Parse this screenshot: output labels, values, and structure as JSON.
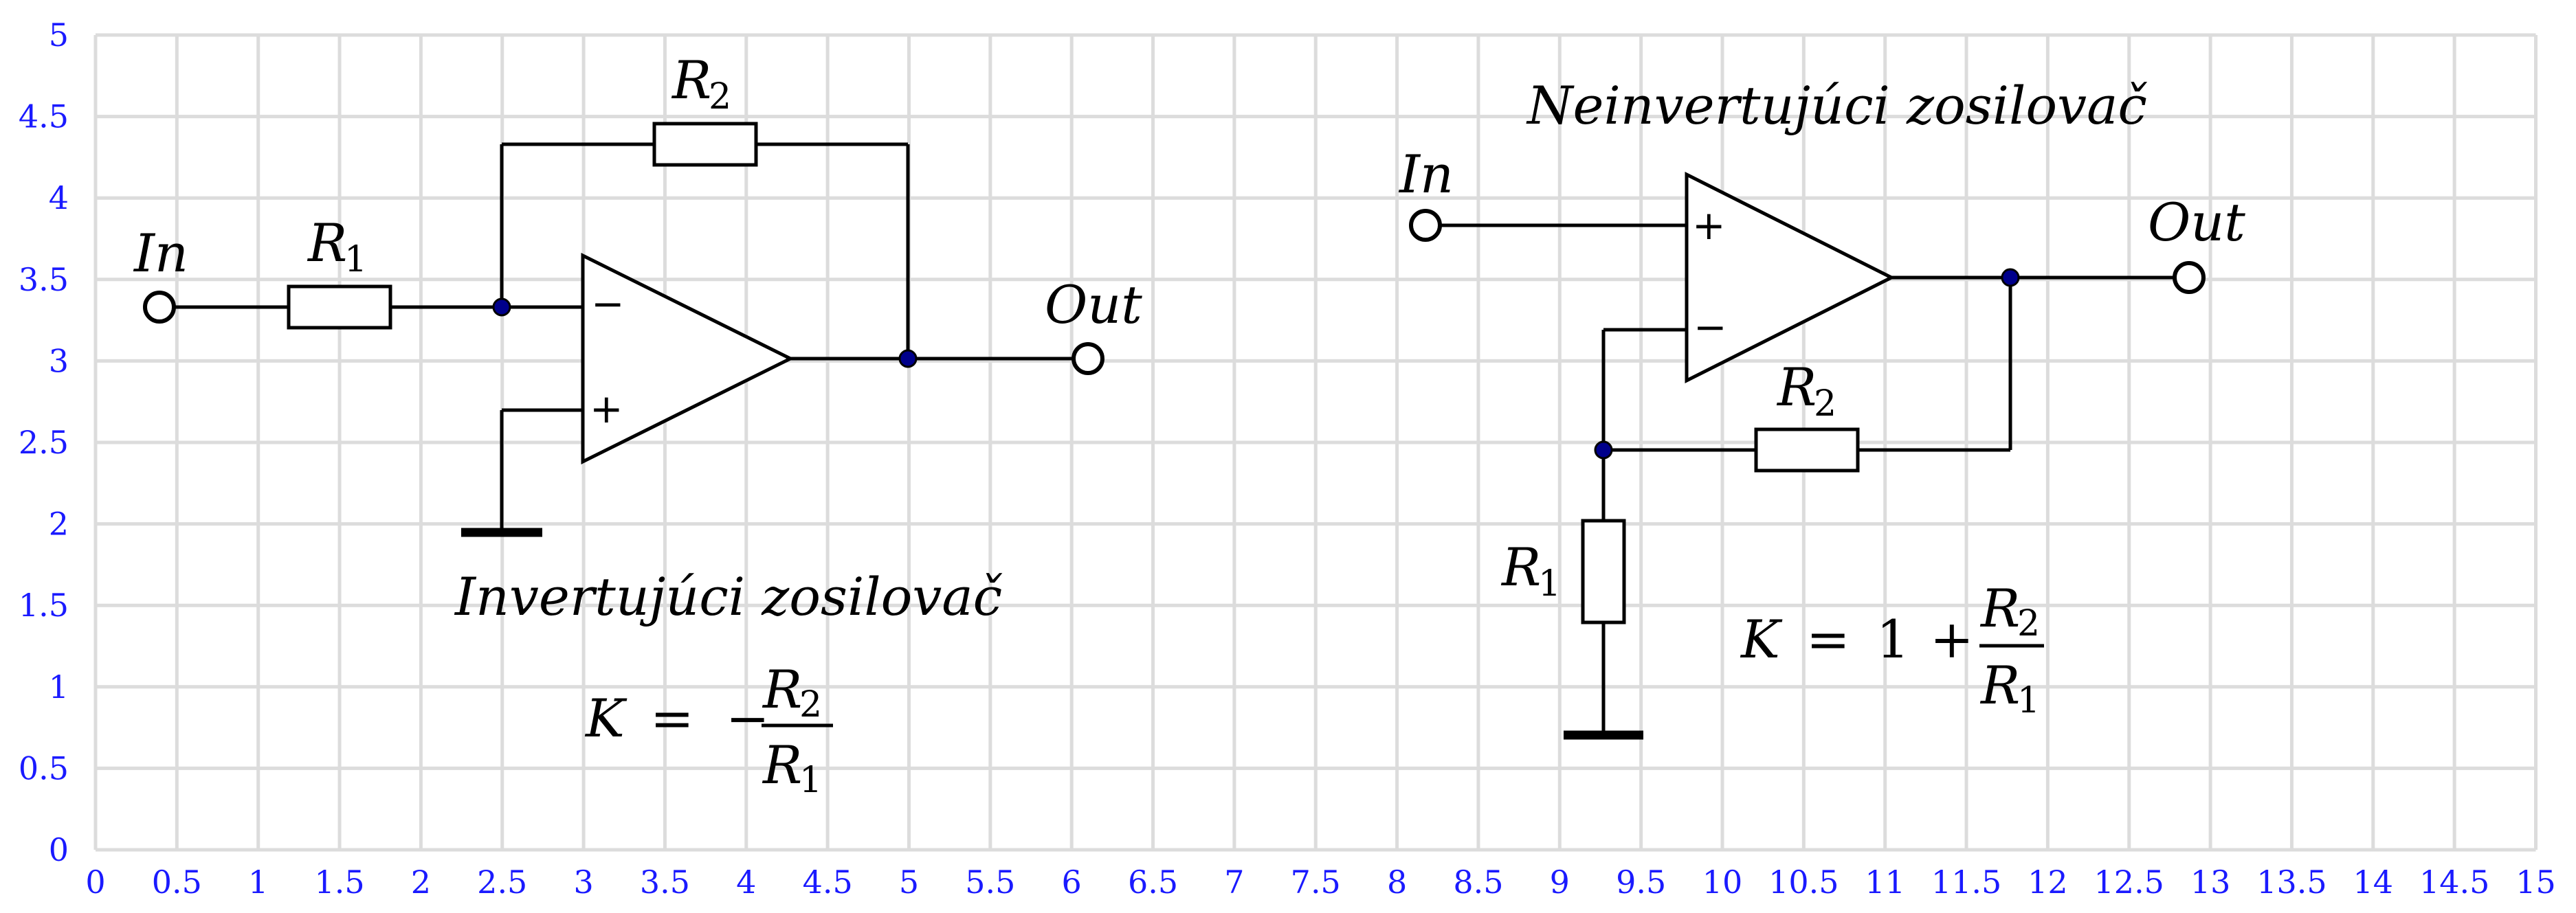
{
  "grid": {
    "x_ticks": [
      "0",
      "0.5",
      "1",
      "1.5",
      "2",
      "2.5",
      "3",
      "3.5",
      "4",
      "4.5",
      "5",
      "5.5",
      "6",
      "6.5",
      "7",
      "7.5",
      "8",
      "8.5",
      "9",
      "9.5",
      "10",
      "10.5",
      "11",
      "11.5",
      "12",
      "12.5",
      "13",
      "13.5",
      "14",
      "14.5",
      "15"
    ],
    "y_ticks": [
      "0",
      "0.5",
      "1",
      "1.5",
      "2",
      "2.5",
      "3",
      "3.5",
      "4",
      "4.5",
      "5"
    ],
    "grid_color": "#dcdcdc",
    "label_color": "#1a1aff"
  },
  "inverting": {
    "title": "Invertujúci zosilovač",
    "in_label": "In",
    "out_label": "Out",
    "r1": {
      "letter": "R",
      "sub": "1"
    },
    "r2": {
      "letter": "R",
      "sub": "2"
    },
    "minus_sign": "−",
    "plus_sign": "+",
    "formula": {
      "lhs": "K",
      "eq": "=",
      "neg": "−",
      "num_letter": "R",
      "num_sub": "2",
      "den_letter": "R",
      "den_sub": "1"
    }
  },
  "noninverting": {
    "title": "Neinvertujúci zosilovač",
    "in_label": "In",
    "out_label": "Out",
    "r1": {
      "letter": "R",
      "sub": "1"
    },
    "r2": {
      "letter": "R",
      "sub": "2"
    },
    "plus_sign": "+",
    "minus_sign": "−",
    "formula": {
      "lhs": "K",
      "eq": "=",
      "one": "1",
      "plus": "+",
      "num_letter": "R",
      "num_sub": "2",
      "den_letter": "R",
      "den_sub": "1"
    }
  },
  "colors": {
    "node": "#00008b",
    "wire": "#000000"
  }
}
